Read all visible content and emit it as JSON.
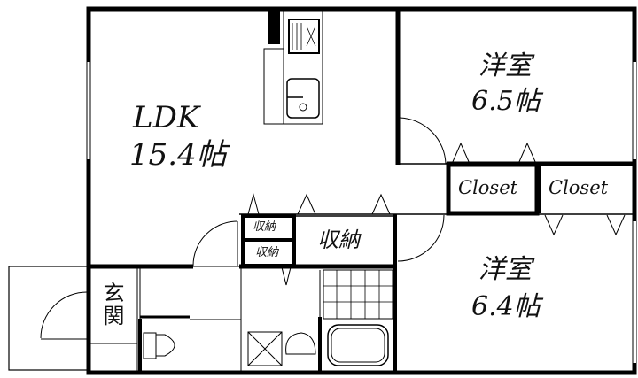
{
  "rooms": {
    "ldk": {
      "name": "LDK",
      "size": "15.4帖"
    },
    "western_room_1": {
      "name": "洋室",
      "size": "6.5帖"
    },
    "western_room_2": {
      "name": "洋室",
      "size": "6.4帖"
    },
    "closet_1": "Closet",
    "closet_2": "Closet",
    "storage_small_1": "収納",
    "storage_small_2": "収納",
    "storage_large": "収納",
    "entrance": "玄関"
  }
}
